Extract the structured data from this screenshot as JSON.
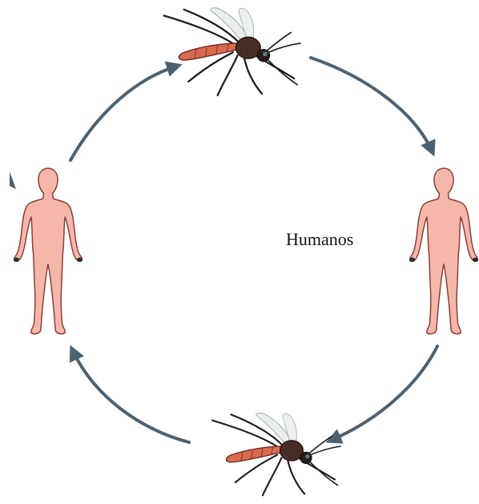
{
  "diagram": {
    "center_label": "Humanos",
    "nodes": [
      {
        "kind": "mosquito",
        "position": "top"
      },
      {
        "kind": "human",
        "position": "right"
      },
      {
        "kind": "mosquito",
        "position": "bottom"
      },
      {
        "kind": "human",
        "position": "left"
      }
    ],
    "arrow_color": "#4d6270",
    "skin_color": "#f4b7aa",
    "skin_outline": "#8a3d3a",
    "mosquito_body": "#4a2d24",
    "mosquito_abdomen": "#d9694f"
  }
}
